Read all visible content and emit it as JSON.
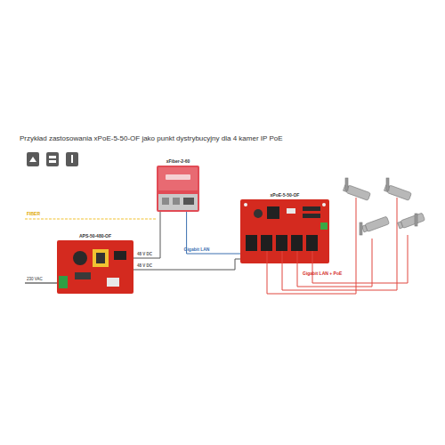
{
  "diagram": {
    "title": "Przykład zastosowania xPoE-5-50-OF jako punkt dystrybucyjny dla 4 kamer IP PoE",
    "nodes": [
      {
        "text": [
          "xFiber-2-60"
        ]
      },
      {
        "text": [
          "xPoE-5-50-OF"
        ]
      },
      {
        "text": [
          "APS-50-480-OF"
        ]
      }
    ],
    "edges": [
      {
        "from": 0,
        "to": 1,
        "label": "Gigabit LAN",
        "arrow": "none"
      },
      {
        "from": 2,
        "to": 0,
        "label": "48 V DC",
        "arrow": "none"
      },
      {
        "from": 2,
        "to": 1,
        "label": "48 V DC",
        "arrow": "none"
      }
    ],
    "labels": [
      "FIBER",
      "230 VAC",
      "Gigabit LAN + PoE"
    ]
  }
}
